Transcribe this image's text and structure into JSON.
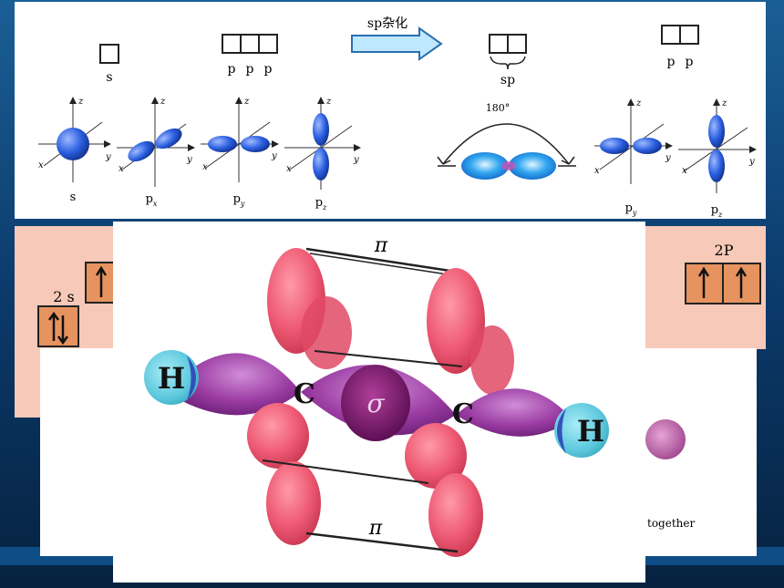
{
  "top_panel": {
    "s_box_label": "s",
    "p_box_labels": [
      "p",
      "p",
      "p"
    ],
    "arrow_label": "sp杂化",
    "sp_box_label": "sp",
    "remaining_p_labels": [
      "p",
      "p"
    ],
    "angle_label": "180°",
    "axis_labels": {
      "x": "x",
      "y": "y",
      "z": "z"
    },
    "orbital_captions": [
      "s",
      "p",
      "p",
      "p",
      "p",
      "p"
    ],
    "orbital_subscripts": [
      "",
      "x",
      "y",
      "z",
      "y",
      "z"
    ]
  },
  "left_energy_box": {
    "label": "2 s"
  },
  "right_energy_box": {
    "label": "2P"
  },
  "ethyne": {
    "atoms": [
      "H",
      "C",
      "C",
      "H"
    ],
    "sigma_label": "σ",
    "pi_labels": [
      "π",
      "π"
    ]
  },
  "caption_fragment": "together",
  "colors": {
    "background": "#0a2b52",
    "pink_panel": "#f7c9b8",
    "box_fill": "#e6935f",
    "pi_lobe": "#ee5a73",
    "sigma_lobe": "#9b3ca3",
    "hydrogen": "#5ac7dc",
    "orbital_blue": "#2a5ee0"
  }
}
